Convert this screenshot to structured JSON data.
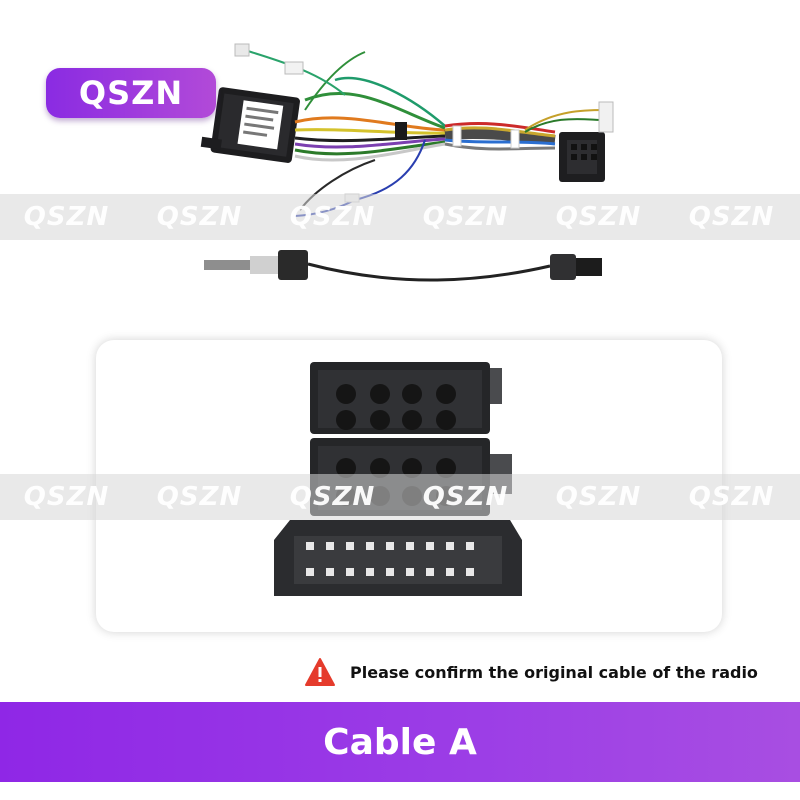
{
  "brand": {
    "logo_text": "QSZN",
    "accent": "#9b35e4"
  },
  "watermarks": {
    "top": [
      "QSZN",
      "QSZN",
      "QSZN",
      "QSZN",
      "QSZN",
      "QSZN"
    ],
    "mid": [
      "QSZN",
      "QSZN",
      "QSZN",
      "QSZN",
      "QSZN",
      "QSZN"
    ]
  },
  "images": {
    "wiring_harness": "wiring-harness-image",
    "antenna_adapter": "antenna-adapter-image",
    "connector": "iso-connector-image"
  },
  "warning": {
    "icon": "warning-triangle-icon",
    "text": "Please confirm the original cable of the radio",
    "color": "#e53b2c"
  },
  "banner": {
    "title": "Cable A",
    "color": "#9630e6"
  }
}
